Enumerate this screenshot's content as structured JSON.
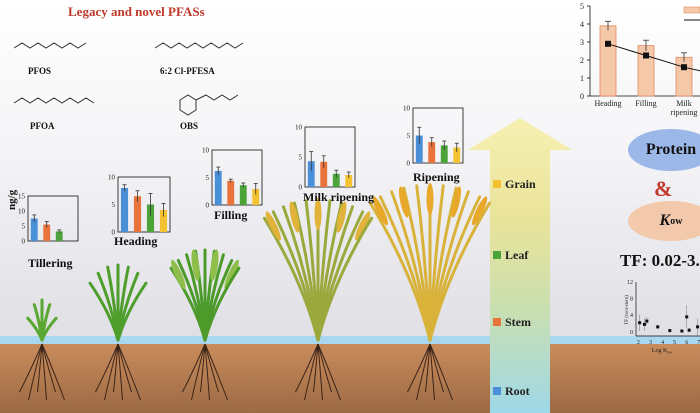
{
  "title": "Legacy and novel PFASs",
  "molecules": [
    "PFOS",
    "6:2 Cl-PFESA",
    "PFOA",
    "OBS"
  ],
  "stage_charts": {
    "ylabel": "ng/g",
    "colors": [
      "#4a90d9",
      "#e8743b",
      "#4ba33a",
      "#f2c230"
    ],
    "items": [
      {
        "name": "Tillering",
        "ymax": 15,
        "ticks": [
          0,
          5,
          10,
          15
        ],
        "values": [
          7.5,
          5.5,
          3.2,
          0
        ],
        "errors": [
          1.2,
          1.0,
          0.5,
          0
        ]
      },
      {
        "name": "Heading",
        "ymax": 10,
        "ticks": [
          0,
          5,
          10
        ],
        "values": [
          8.0,
          6.5,
          5.0,
          4.0
        ],
        "errors": [
          0.6,
          1.0,
          2.0,
          1.2
        ]
      },
      {
        "name": "Filling",
        "ymax": 10,
        "ticks": [
          0,
          5,
          10
        ],
        "values": [
          6.2,
          4.4,
          3.6,
          2.9
        ],
        "errors": [
          0.7,
          0.3,
          0.4,
          1.0
        ]
      },
      {
        "name": "Milk ripening",
        "ymax": 10,
        "ticks": [
          0,
          5,
          10
        ],
        "values": [
          4.3,
          4.2,
          2.2,
          2.0
        ],
        "errors": [
          1.6,
          1.0,
          0.6,
          0.5
        ]
      },
      {
        "name": "Ripening",
        "ymax": 10,
        "ticks": [
          0,
          5,
          10
        ],
        "values": [
          5.0,
          3.8,
          3.2,
          2.8
        ],
        "errors": [
          1.5,
          0.8,
          0.8,
          0.8
        ]
      }
    ]
  },
  "tissues": [
    "Grain",
    "Leaf",
    "Stem",
    "Root"
  ],
  "tissue_colors": [
    "#f2c230",
    "#4ba33a",
    "#e8743b",
    "#4a90d9"
  ],
  "chart_data": [
    {
      "type": "bar",
      "categories": [
        "Heading",
        "Filling",
        "Milk ripening"
      ],
      "series": [
        {
          "values": [
            3.9,
            2.8,
            2.15
          ],
          "errors": [
            0.25,
            0.3,
            0.25
          ]
        },
        {
          "values": [
            2.9,
            2.25,
            1.6
          ]
        }
      ],
      "ylim": [
        0,
        5
      ],
      "yticks": [
        0,
        1,
        2,
        3,
        4,
        5
      ]
    },
    {
      "type": "scatter",
      "xlabel": "Log K",
      "xlabel_sub": "ow",
      "ylabel": "TF (root-stem)",
      "x": [
        2.1,
        2.5,
        2.7,
        3.6,
        4.6,
        5.6,
        6.0,
        6.2,
        6.9
      ],
      "y": [
        2.2,
        1.8,
        2.6,
        1.2,
        0.3,
        0.2,
        3.6,
        0.4,
        1.2
      ],
      "errors": [
        2.0,
        1.5,
        1.0,
        0.5,
        0.3,
        0.3,
        2.8,
        0.5,
        2.0
      ],
      "xticks": [
        2,
        3,
        4,
        5,
        6,
        7
      ],
      "yticks": [
        0,
        4,
        8,
        12
      ],
      "xlim": [
        1.8,
        7.1
      ],
      "ylim": [
        -1,
        12
      ]
    }
  ],
  "labels": {
    "protein": "Protein",
    "amp": "&",
    "kow_k": "K",
    "kow_sub": "ow",
    "tf": "TF: 0.02-3."
  }
}
